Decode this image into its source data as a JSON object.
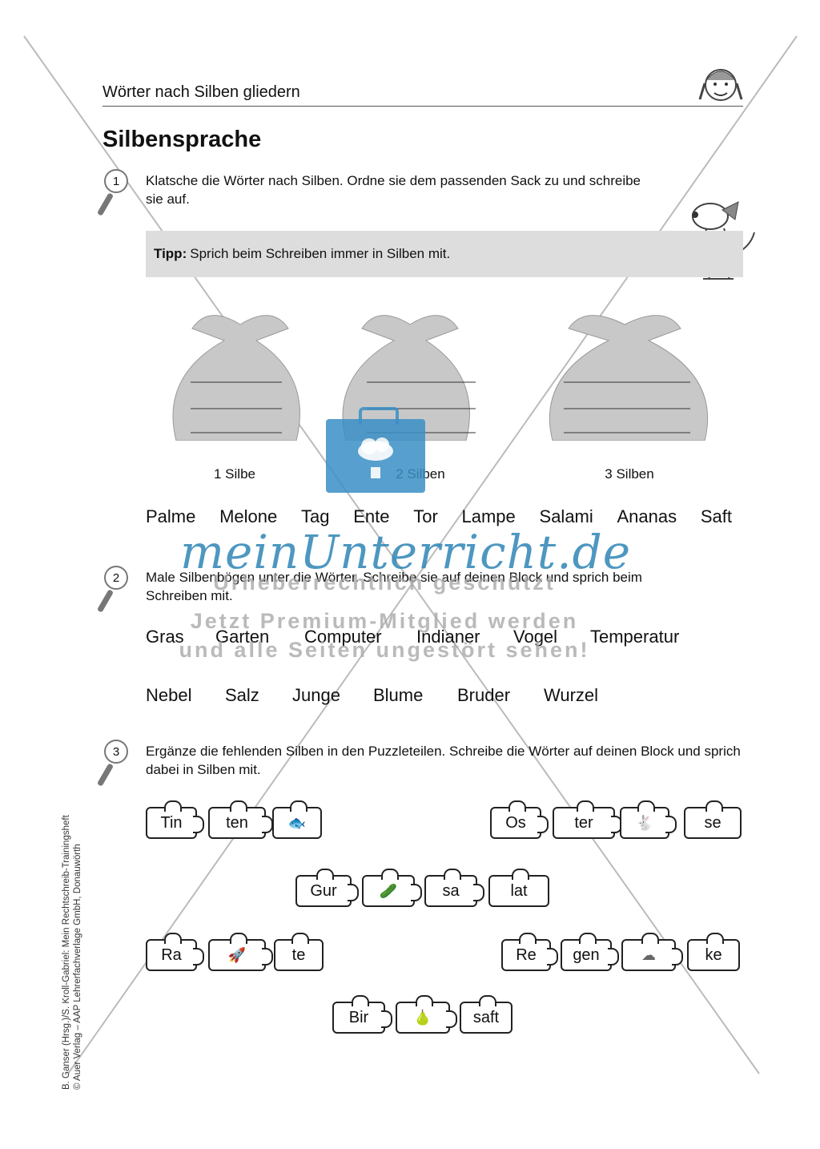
{
  "header": "Wörter nach Silben gliedern",
  "title": "Silbensprache",
  "task1": {
    "num": "1",
    "text": "Klatsche die Wörter nach Silben. Ordne sie dem passenden Sack zu und schreibe sie auf.",
    "tip_label": "Tipp:",
    "tip_text": "Sprich beim Schreiben immer in Silben mit.",
    "sacks": [
      "1 Silbe",
      "2 Silben",
      "3 Silben"
    ],
    "words": [
      "Palme",
      "Melone",
      "Tag",
      "Ente",
      "Tor",
      "Lampe",
      "Salami",
      "Ananas",
      "Saft"
    ]
  },
  "task2": {
    "num": "2",
    "text": "Male Silbenbögen unter die Wörter. Schreibe sie auf deinen Block und sprich beim Schreiben mit.",
    "row1": [
      "Gras",
      "Garten",
      "Computer",
      "Indianer",
      "Vogel",
      "Temperatur"
    ],
    "row2": [
      "Nebel",
      "Salz",
      "Junge",
      "Blume",
      "Bruder",
      "Wurzel"
    ]
  },
  "task3": {
    "num": "3",
    "text": "Ergänze die fehlenden Silben in den Puzzleteilen. Schreibe die Wörter auf deinen Block und sprich dabei in Silben mit.",
    "puzzles": {
      "tinte": [
        "Tin",
        "ten",
        "fish-icon"
      ],
      "ostern": [
        "Os",
        "ter",
        "rabbit-icon",
        "se"
      ],
      "gurke": [
        "Gur",
        "cucumber-icon",
        "sa",
        "lat"
      ],
      "rakete": [
        "Ra",
        "rocket-icon",
        "te"
      ],
      "regen": [
        "Re",
        "gen",
        "cloud-icon",
        "ke"
      ],
      "birne": [
        "Bir",
        "pear-icon",
        "saft"
      ]
    }
  },
  "credit": {
    "line1": "B. Ganser (Hrsg.)/S. Kroll-Gabriel: Mein Rechtschreib-Trainingsheft",
    "line2": "© Auer Verlag – AAP Lehrerfachverlage GmbH, Donauwörth"
  },
  "watermark": {
    "url": "meinUnterricht.de",
    "line1": "Urheberrechtlich geschützt",
    "line2": "Jetzt Premium-Mitglied werden",
    "line3": "und alle Seiten ungestört sehen!"
  }
}
